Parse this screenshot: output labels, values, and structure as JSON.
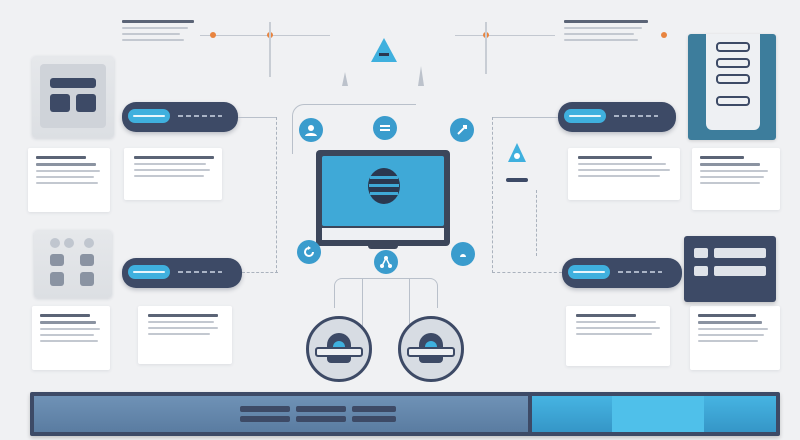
{
  "diagram": {
    "center_node": {
      "type": "monitor",
      "icon": "server-stack-icon",
      "screen_color": "#3fa9d7",
      "frame_color": "#3c465a"
    },
    "orbit_icons": [
      "user-icon",
      "sync-icon",
      "link-icon",
      "refresh-icon",
      "network-icon",
      "cloud-sync-icon"
    ],
    "left_blocks": [
      "pill",
      "pill"
    ],
    "right_blocks": [
      "pill",
      "pill"
    ],
    "footer_bar": {
      "left_color": "#5d7fa4",
      "right_color": "#3fa9d7"
    },
    "colors": {
      "accent": "#3fb0de",
      "dark": "#3d4a66",
      "orange": "#e8843f",
      "background": "#f0f1f3"
    }
  }
}
